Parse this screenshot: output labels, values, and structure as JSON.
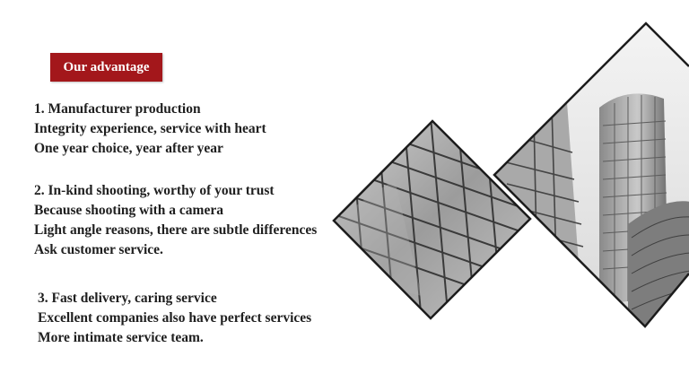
{
  "badge": {
    "label": "Our advantage",
    "color": "#a3171b"
  },
  "sections": [
    {
      "title": "1. Manufacturer production",
      "lines": [
        "Integrity experience, service with heart",
        "One year choice, year after year"
      ]
    },
    {
      "title": "2. In-kind shooting, worthy of your trust",
      "lines": [
        "Because shooting with a camera",
        "Light angle reasons, there are subtle differences",
        "Ask customer service."
      ]
    },
    {
      "title": "3. Fast delivery, caring service",
      "lines": [
        "Excellent companies also have perfect services",
        "More intimate service team."
      ]
    }
  ],
  "images": [
    {
      "name": "glass-facade-photo",
      "tone": "grayscale"
    },
    {
      "name": "skyscraper-photo",
      "tone": "grayscale"
    }
  ]
}
